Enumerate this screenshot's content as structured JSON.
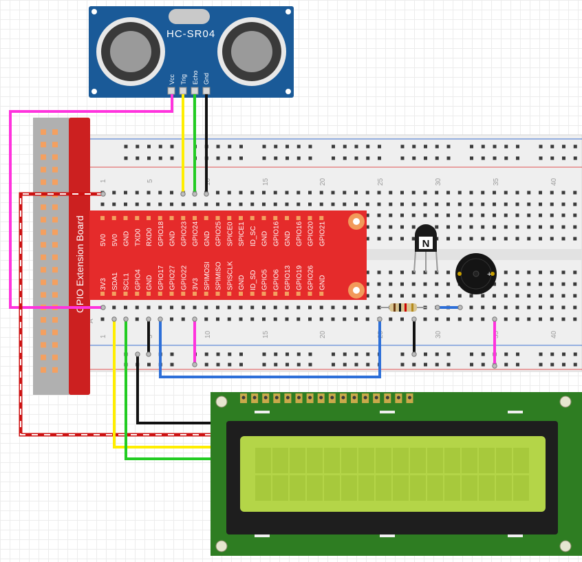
{
  "sensor": {
    "title": "HC-SR04",
    "pins": [
      "Vcc",
      "Trig",
      "Echo",
      "Gnd"
    ]
  },
  "extension_board": {
    "label": "GPIO Extension Board",
    "top_pins": [
      "5V0",
      "5V0",
      "GND",
      "TXD0",
      "RXD0",
      "GPIO18",
      "GND",
      "GPIO23",
      "GPIO24",
      "GND",
      "GPIO25",
      "SPICE0",
      "SPICE1",
      "ID_SC",
      "GND",
      "GPIO16",
      "GND",
      "GPIO16",
      "GPIO20",
      "GPIO21"
    ],
    "bottom_pins": [
      "3V3",
      "SDA1",
      "SCL1",
      "GPIO4",
      "GND",
      "GPIO17",
      "GPIO27",
      "GPIO22",
      "3V3",
      "SPIMOSI",
      "SPIMISO",
      "SPISCLK",
      "GND",
      "ID_SD",
      "GPIO5",
      "GPIO6",
      "GPIO13",
      "GPIO19",
      "GPIO26",
      "GND"
    ]
  },
  "breadboard": {
    "column_numbers_top": [
      "1",
      "5",
      "10",
      "15",
      "20",
      "25",
      "30",
      "35",
      "40"
    ],
    "column_numbers_bottom": [
      "1",
      "5",
      "10",
      "15",
      "20",
      "25",
      "30",
      "35",
      "40"
    ],
    "row_letter": "A"
  },
  "transistor": {
    "label": "N"
  },
  "buzzer": {
    "polarity": "+"
  },
  "colors": {
    "wire_yellow": "#ffee00",
    "wire_green": "#22cc22",
    "wire_black": "#111111",
    "wire_blue": "#2d6fd8",
    "wire_magenta": "#ff33dd",
    "wire_red": "#cc1111",
    "gpio_board_red": "#e52b2b",
    "sensor_blue": "#1a5a98",
    "lcd_green": "#2e7d22",
    "lcd_screen": "#b4d548"
  }
}
